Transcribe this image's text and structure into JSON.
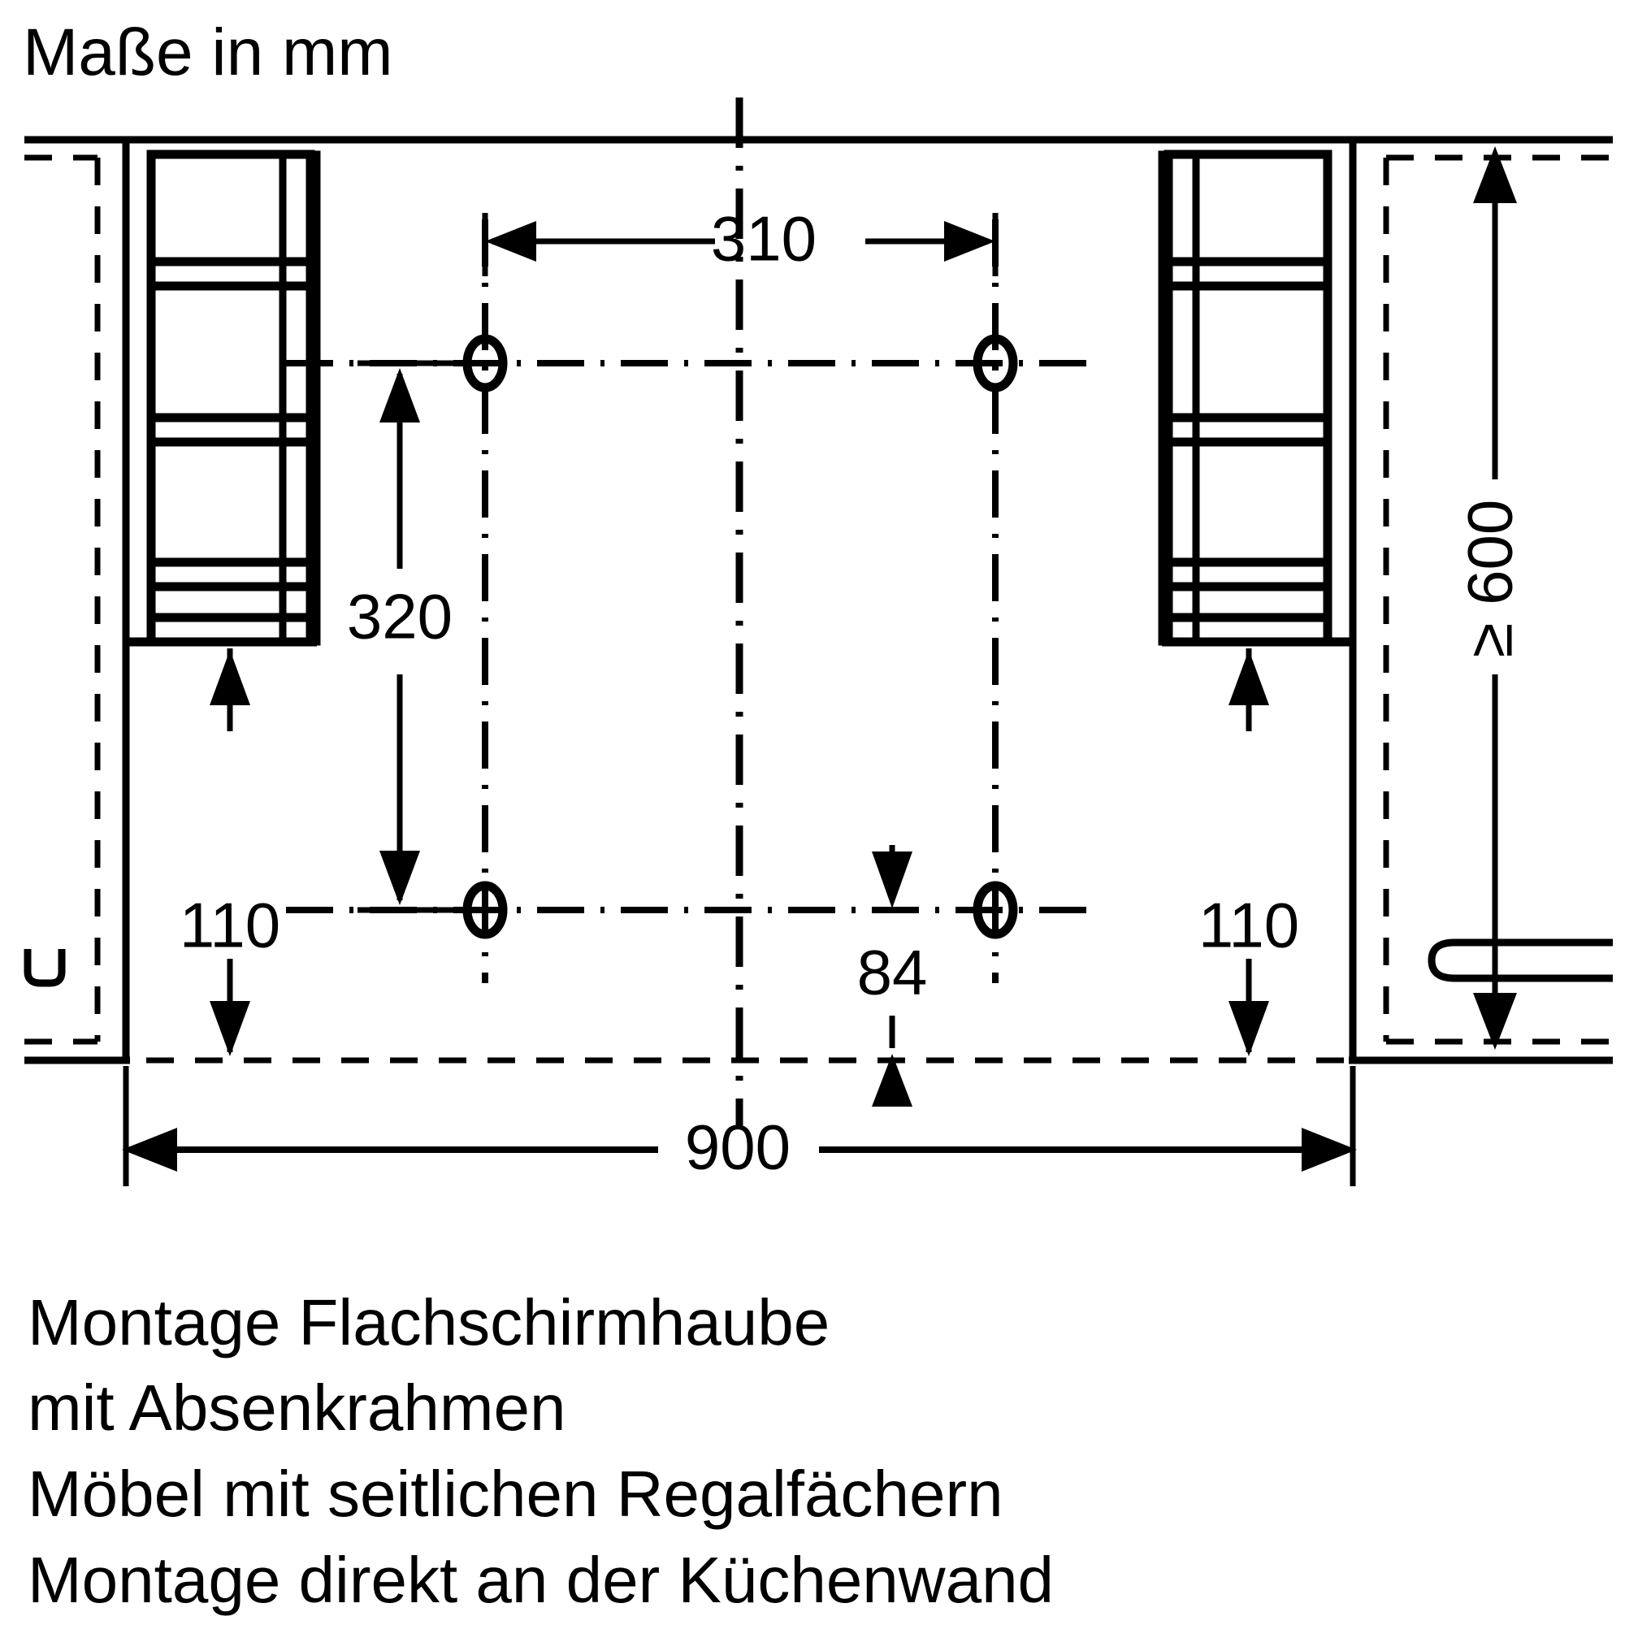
{
  "title": "Maße in mm",
  "dimensions": {
    "width_total": "900",
    "hole_spacing_horizontal": "310",
    "hole_spacing_vertical": "320",
    "shelf_offset_bottom_left": "110",
    "shelf_offset_bottom_right": "110",
    "center_offset_bottom": "84",
    "height_min": "≥ 600"
  },
  "captions": {
    "line1": "Montage Flachschirmhaube",
    "line2": "mit Absenkrahmen",
    "line3": "Möbel mit seitlichen Regalfächern",
    "line4": "Montage direkt an der Küchenwand"
  },
  "colors": {
    "ink": "#000000",
    "paper": "#ffffff"
  },
  "chart_data": {
    "type": "table",
    "title": "Maße in mm",
    "xlabel": "",
    "ylabel": "",
    "categories": [
      "900",
      "310",
      "320",
      "110 (links)",
      "110 (rechts)",
      "84",
      "≥ 600"
    ],
    "values": [
      900,
      310,
      320,
      110,
      110,
      84,
      600
    ],
    "annotations": [
      "Montage Flachschirmhaube",
      "mit Absenkrahmen",
      "Möbel mit seitlichen Regalfächern",
      "Montage direkt an der Küchenwand"
    ]
  }
}
